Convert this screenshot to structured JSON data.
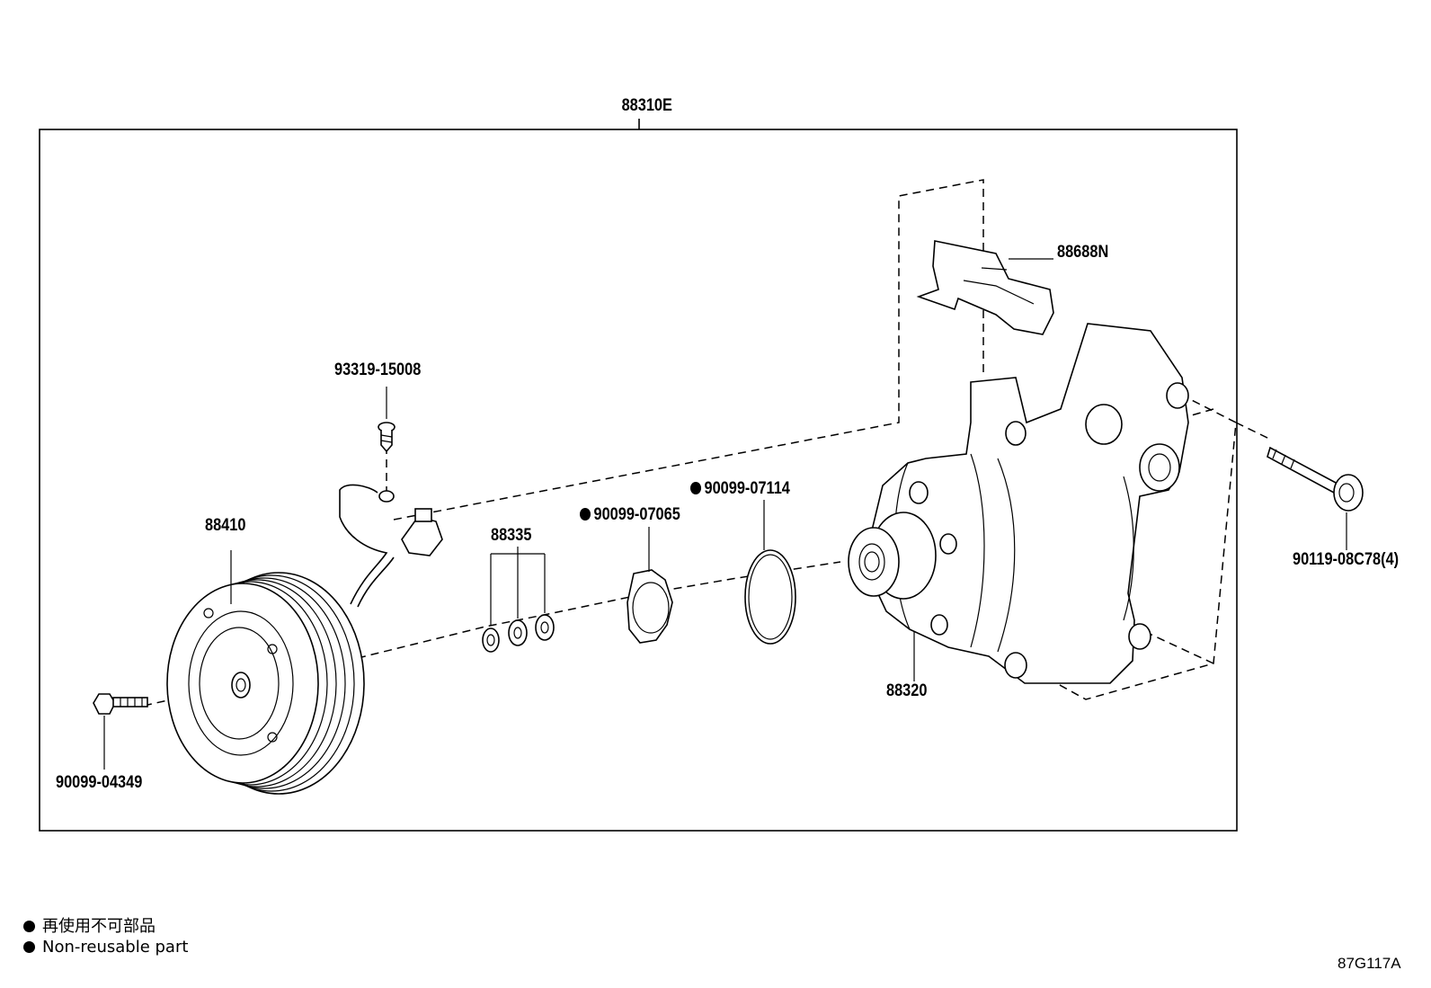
{
  "diagram": {
    "assembly_label": "88310E",
    "parts": {
      "p88688N": "88688N",
      "p93319": "93319-15008",
      "p88410": "88410",
      "p88335": "88335",
      "p90099_07065": "90099-07065",
      "p90099_07114": "90099-07114",
      "p90119": "90119-08C78(4)",
      "p88320": "88320",
      "p90099_04349": "90099-04349"
    },
    "figure_code": "87G117A"
  },
  "legend": {
    "line1": "再使用不可部品",
    "line2": "Non-reusable part"
  }
}
